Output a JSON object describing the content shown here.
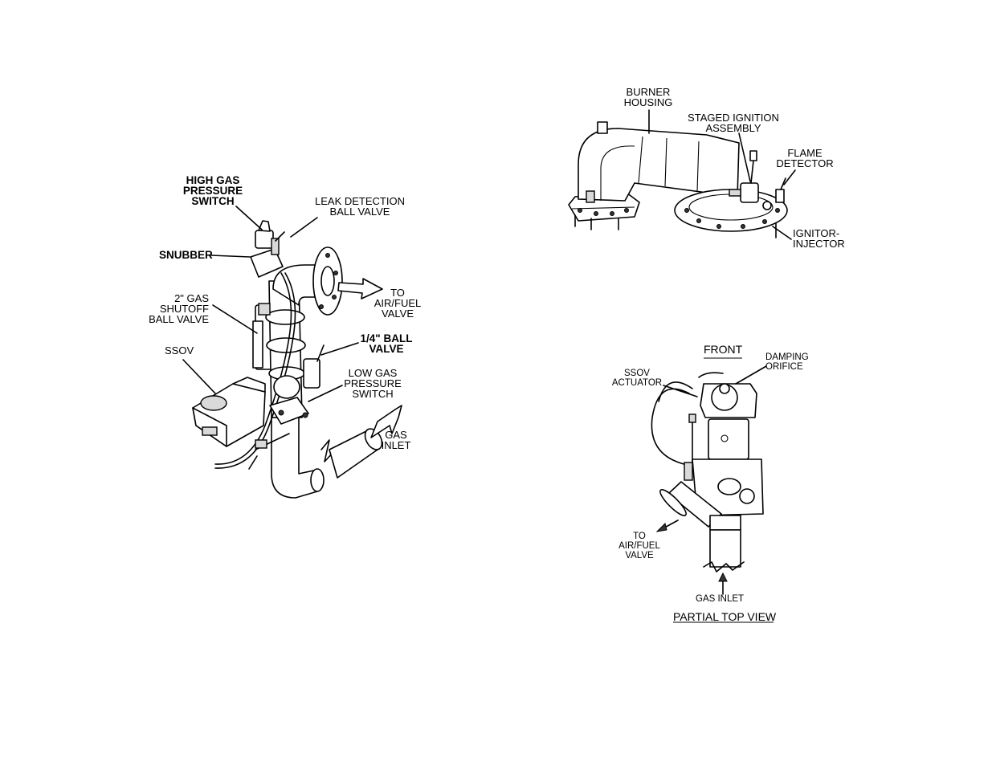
{
  "left_figure": {
    "labels": {
      "high_gas_pressure_switch": "HIGH GAS\nPRESSURE\nSWITCH",
      "leak_detection_ball_valve": "LEAK DETECTION\nBALL VALVE",
      "snubber": "SNUBBER",
      "to_air_fuel_valve": "TO\nAIR/FUEL\nVALVE",
      "gas_shutoff_ball_valve": "2\" GAS\nSHUTOFF\nBALL VALVE",
      "quarter_ball_valve": "1/4\" BALL\nVALVE",
      "ssov": "SSOV",
      "low_gas_pressure_switch": "LOW GAS\nPRESSURE\nSWITCH",
      "gas_inlet": "GAS\nINLET"
    }
  },
  "right_top_figure": {
    "labels": {
      "burner_housing": "BURNER\nHOUSING",
      "staged_ignition_assembly": "STAGED IGNITION\nASSEMBLY",
      "flame_detector": "FLAME\nDETECTOR",
      "ignitor_injector": "IGNITOR-\nINJECTOR"
    }
  },
  "right_bottom_figure": {
    "labels": {
      "front": "FRONT",
      "damping_orifice": "DAMPING\nORIFICE",
      "ssov_actuator": "SSOV\nACTUATOR",
      "to_air_fuel_valve": "TO\nAIR/FUEL\nVALVE",
      "gas_inlet": "GAS INLET",
      "partial_top_view": "PARTIAL TOP VIEW"
    }
  }
}
